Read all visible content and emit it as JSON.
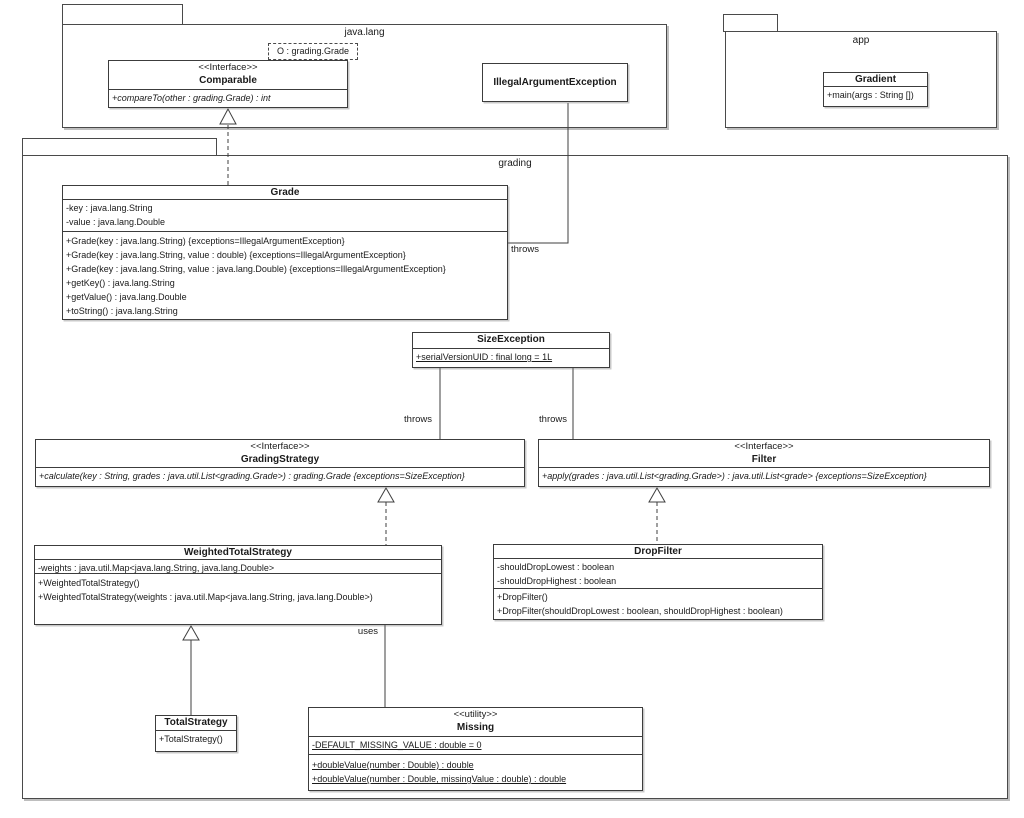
{
  "packages": {
    "java_lang": {
      "label": "java.lang"
    },
    "app": {
      "label": "app"
    },
    "grading": {
      "label": "grading"
    }
  },
  "classes": {
    "comparable": {
      "stereotype": "<<Interface>>",
      "name": "Comparable",
      "template_param": "O : grading.Grade",
      "methods": [
        "+compareTo(other : grading.Grade) : int"
      ]
    },
    "illegal_argument_exception": {
      "name": "IllegalArgumentException"
    },
    "gradient": {
      "name": "Gradient",
      "methods": [
        "+main(args : String [])"
      ]
    },
    "grade": {
      "name": "Grade",
      "attributes": [
        "-key : java.lang.String",
        "-value : java.lang.Double"
      ],
      "methods": [
        "+Grade(key : java.lang.String) {exceptions=IllegalArgumentException}",
        "+Grade(key : java.lang.String, value : double) {exceptions=IllegalArgumentException}",
        "+Grade(key : java.lang.String, value : java.lang.Double) {exceptions=IllegalArgumentException}",
        "+getKey() : java.lang.String",
        "+getValue() : java.lang.Double",
        "+toString() : java.lang.String"
      ]
    },
    "size_exception": {
      "name": "SizeException",
      "attributes": [
        "+serialVersionUID : final long = 1L"
      ]
    },
    "grading_strategy": {
      "stereotype": "<<Interface>>",
      "name": "GradingStrategy",
      "methods": [
        "+calculate(key : String, grades : java.util.List<grading.Grade>) : grading.Grade {exceptions=SizeException}"
      ]
    },
    "filter": {
      "stereotype": "<<Interface>>",
      "name": "Filter",
      "methods": [
        "+apply(grades : java.util.List<grading.Grade>) : java.util.List<grade> {exceptions=SizeException}"
      ]
    },
    "weighted_total_strategy": {
      "name": "WeightedTotalStrategy",
      "attributes": [
        "-weights : java.util.Map<java.lang.String, java.lang.Double>"
      ],
      "methods": [
        "+WeightedTotalStrategy()",
        "+WeightedTotalStrategy(weights : java.util.Map<java.lang.String, java.lang.Double>)"
      ]
    },
    "drop_filter": {
      "name": "DropFilter",
      "attributes": [
        "-shouldDropLowest : boolean",
        "-shouldDropHighest : boolean"
      ],
      "methods": [
        "+DropFilter()",
        "+DropFilter(shouldDropLowest : boolean, shouldDropHighest : boolean)"
      ]
    },
    "total_strategy": {
      "name": "TotalStrategy",
      "methods": [
        "+TotalStrategy()"
      ]
    },
    "missing": {
      "stereotype": "<<utility>>",
      "name": "Missing",
      "attributes": [
        "-DEFAULT_MISSING_VALUE : double = 0"
      ],
      "methods": [
        "+doubleValue(number : Double) : double",
        "+doubleValue(number : Double, missingValue : double) : double"
      ]
    }
  },
  "edge_labels": {
    "grade_throws": "throws",
    "strategy_throws": "throws",
    "filter_throws": "throws",
    "uses": "uses"
  },
  "colors": {
    "line": "#3f3f3f",
    "background": "#ffffff",
    "text": "#1a1a1a"
  }
}
